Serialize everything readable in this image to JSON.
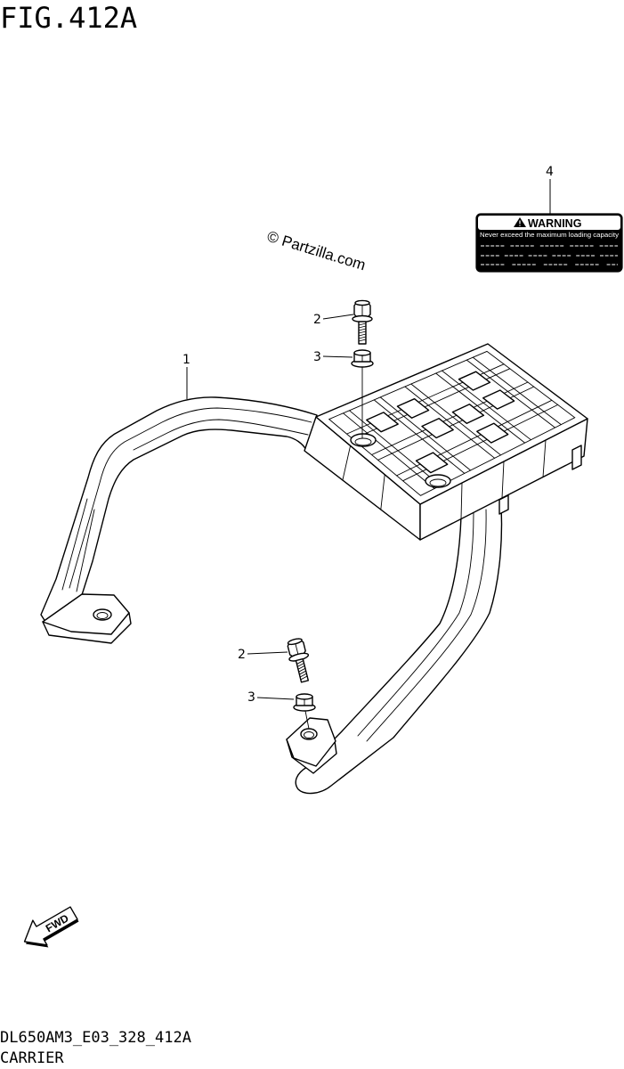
{
  "figure": {
    "title": "FIG.412A",
    "code": "DL650AM3_E03_328_412A",
    "name": "CARRIER"
  },
  "watermark": "© Partzilla.com",
  "callouts": [
    "4",
    "2",
    "3",
    "1",
    "2",
    "3"
  ],
  "warning_label": {
    "title": "WARNING",
    "text": "Never exceed the maximum loading capacity"
  },
  "fwd_arrow": {
    "label": "FWD"
  },
  "icons": {
    "warning": "warning-triangle-icon",
    "direction": "fwd-arrow-icon"
  },
  "colors": {
    "ink": "#000000",
    "paper": "#ffffff",
    "label_fill": "#000000",
    "label_text": "#ffffff"
  }
}
